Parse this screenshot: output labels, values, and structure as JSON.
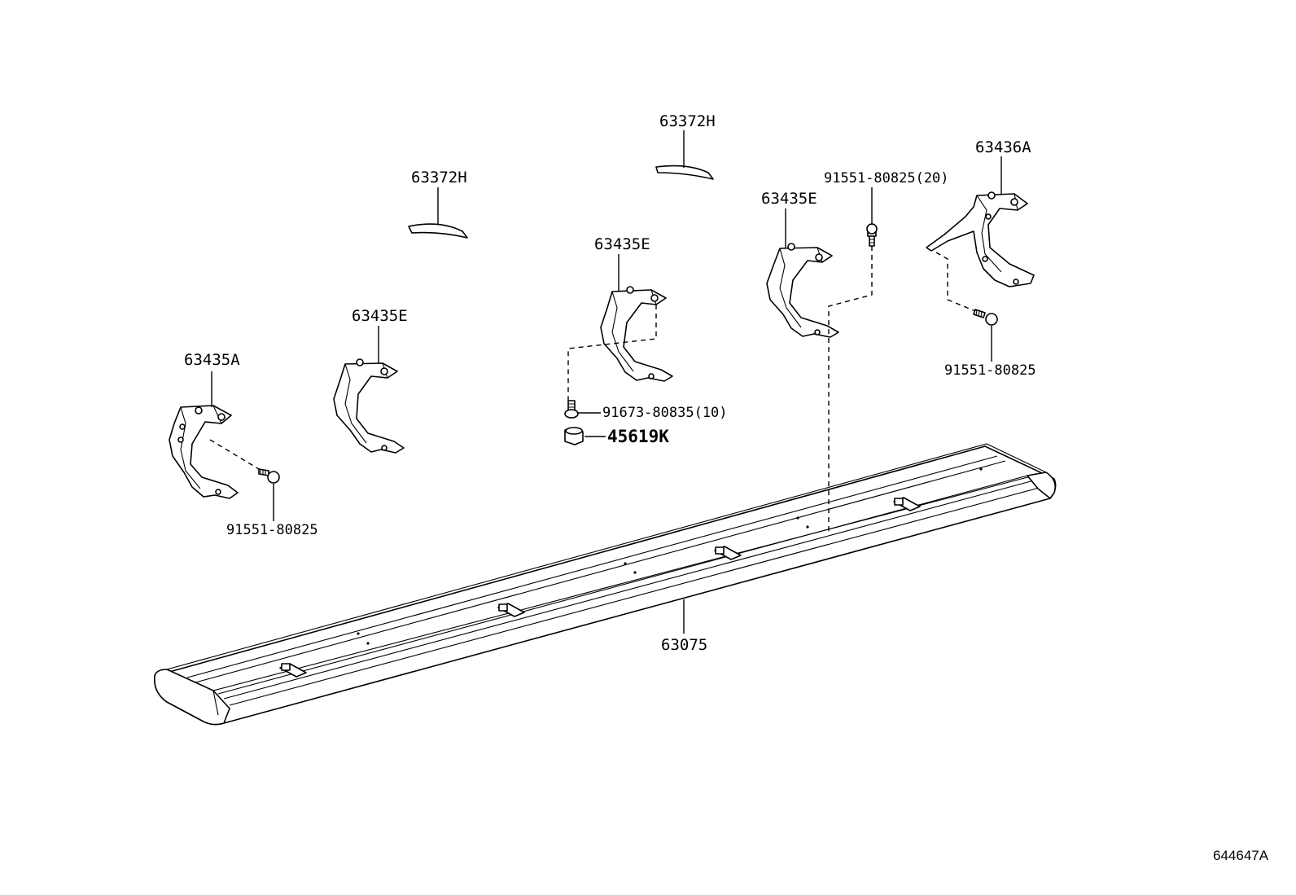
{
  "labels": {
    "pad_left": "63372H",
    "pad_right": "63372H",
    "bracket_front": "63435A",
    "bracket_2": "63435E",
    "bracket_3": "63435E",
    "bracket_4": "63435E",
    "bracket_rear": "63436A",
    "bolt_top": "91551-80825(20)",
    "bolt_right": "91551-80825",
    "bolt_left": "91551-80825",
    "bolt_center": "91673-80835(10)",
    "nut_center": "45619K",
    "running_board": "63075"
  },
  "figure_id": "644647A"
}
